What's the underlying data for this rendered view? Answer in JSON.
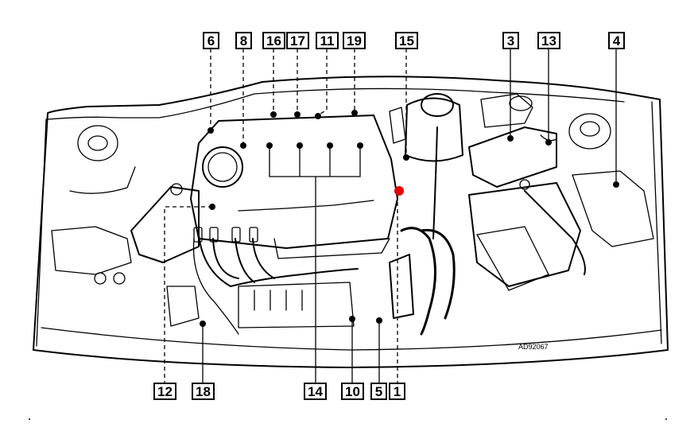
{
  "reference_code": "AD92067",
  "highlight_color": "#e60000",
  "callouts_top": [
    {
      "label": "6"
    },
    {
      "label": "8"
    },
    {
      "label": "16"
    },
    {
      "label": "17"
    },
    {
      "label": "11"
    },
    {
      "label": "19"
    },
    {
      "label": "15"
    },
    {
      "label": "3"
    },
    {
      "label": "13"
    },
    {
      "label": "4"
    }
  ],
  "callouts_bottom": [
    {
      "label": "12"
    },
    {
      "label": "18"
    },
    {
      "label": "14"
    },
    {
      "label": "10"
    },
    {
      "label": "5"
    },
    {
      "label": "1"
    }
  ]
}
